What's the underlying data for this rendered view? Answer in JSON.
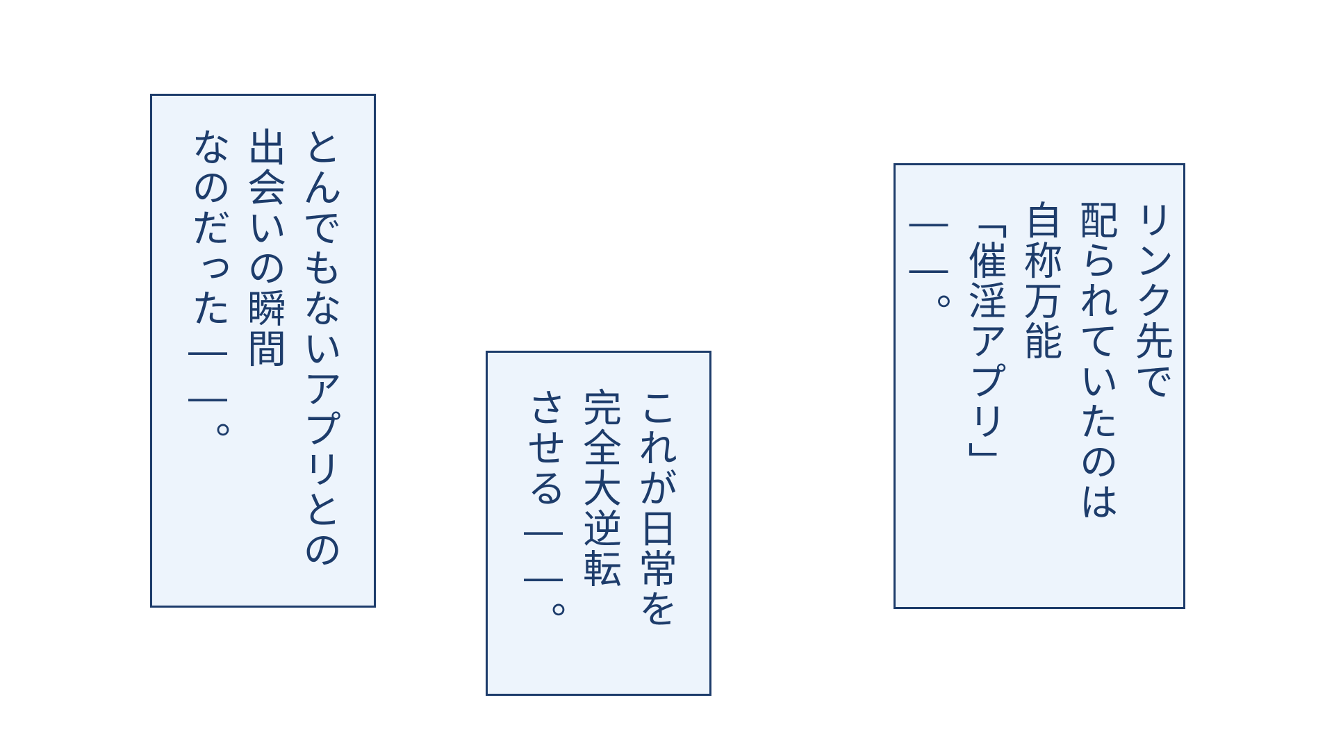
{
  "palette": {
    "background": "#ffffff",
    "box_fill": "#edf4fc",
    "box_border": "#1d3c6b",
    "text_color": "#1d3c6b"
  },
  "captions": [
    {
      "id": "left",
      "text": "とんでもないアプリとの\n出会いの瞬間\nなのだった――。"
    },
    {
      "id": "middle",
      "text": "これが日常を\n完全大逆転\nさせる――。"
    },
    {
      "id": "right",
      "text": "リンク先で\n配られていたのは\n自称万能\n「催淫アプリ」――。"
    }
  ]
}
